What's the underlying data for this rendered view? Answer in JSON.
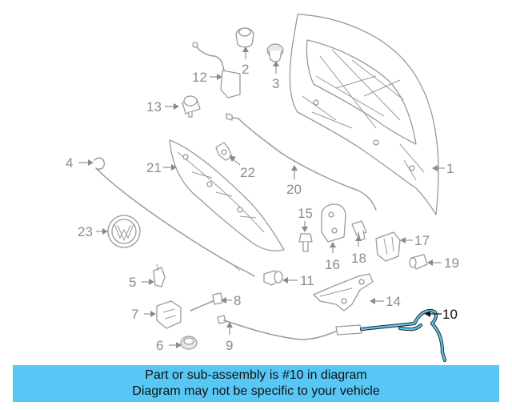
{
  "diagram": {
    "callouts": [
      {
        "id": "1",
        "label": "1"
      },
      {
        "id": "2",
        "label": "2"
      },
      {
        "id": "3",
        "label": "3"
      },
      {
        "id": "4",
        "label": "4"
      },
      {
        "id": "5",
        "label": "5"
      },
      {
        "id": "6",
        "label": "6"
      },
      {
        "id": "7",
        "label": "7"
      },
      {
        "id": "8",
        "label": "8"
      },
      {
        "id": "9",
        "label": "9"
      },
      {
        "id": "10",
        "label": "10",
        "highlighted": true
      },
      {
        "id": "11",
        "label": "11"
      },
      {
        "id": "12",
        "label": "12"
      },
      {
        "id": "13",
        "label": "13"
      },
      {
        "id": "14",
        "label": "14"
      },
      {
        "id": "15",
        "label": "15"
      },
      {
        "id": "16",
        "label": "16"
      },
      {
        "id": "17",
        "label": "17"
      },
      {
        "id": "18",
        "label": "18"
      },
      {
        "id": "19",
        "label": "19"
      },
      {
        "id": "20",
        "label": "20"
      },
      {
        "id": "21",
        "label": "21"
      },
      {
        "id": "22",
        "label": "22"
      },
      {
        "id": "23",
        "label": "23"
      }
    ],
    "highlight_color": "#57c8f6",
    "part_color": "#9a9a9a"
  },
  "banner": {
    "line1": "Part or sub-assembly is #10 in diagram",
    "line2": "Diagram may not be specific to your vehicle"
  }
}
